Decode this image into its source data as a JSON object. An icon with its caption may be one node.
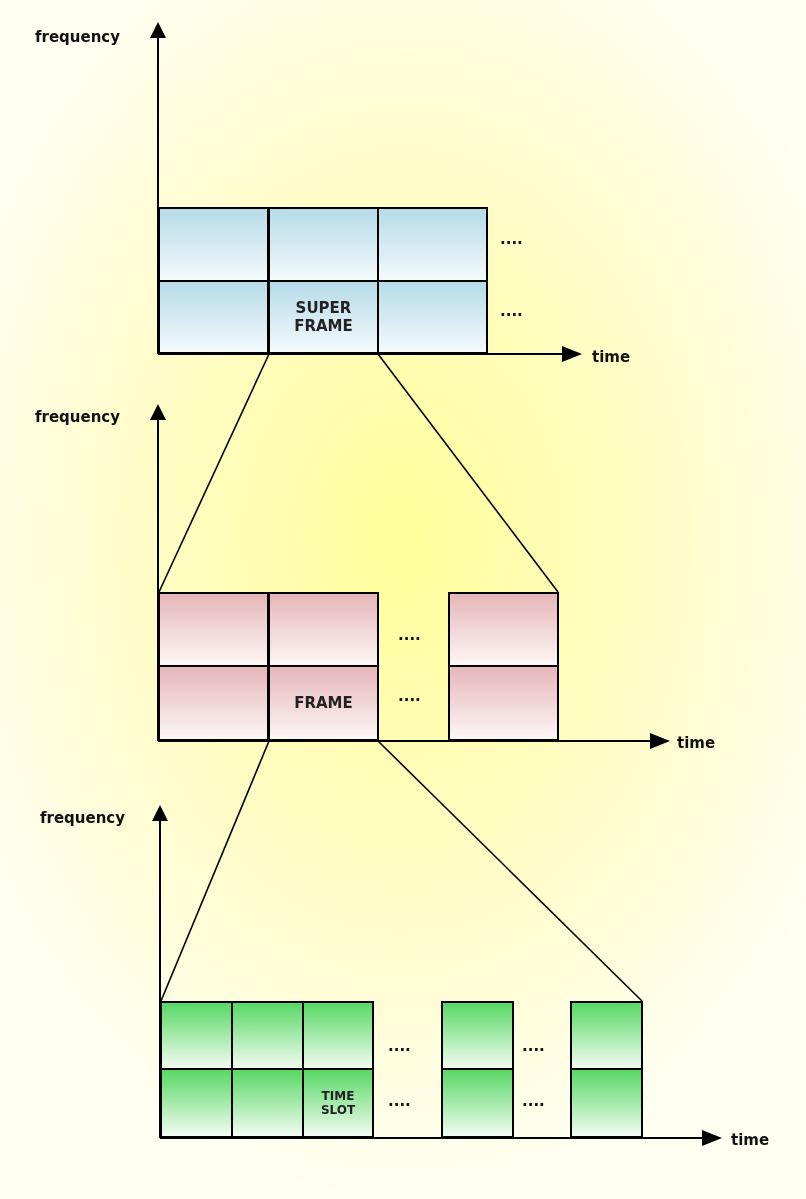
{
  "diagram": {
    "nodes": [
      {
        "text": [],
        "shape": "box"
      },
      {
        "text": [],
        "shape": "box"
      },
      {
        "text": [],
        "shape": "box"
      },
      {
        "text": [],
        "shape": "box"
      },
      {
        "text": [
          "SUPER FRAME"
        ]
      },
      {
        "text": [],
        "shape": "box"
      },
      {
        "text": [],
        "shape": "box"
      },
      {
        "text": [],
        "shape": "box"
      },
      {
        "text": [],
        "shape": "box"
      },
      {
        "text": [],
        "shape": "box"
      },
      {
        "text": [
          "FRAME"
        ]
      },
      {
        "text": [],
        "shape": "box"
      },
      {
        "text": [],
        "shape": "box"
      },
      {
        "text": [],
        "shape": "box"
      },
      {
        "text": [],
        "shape": "box"
      },
      {
        "text": [],
        "shape": "box"
      },
      {
        "text": [],
        "shape": "box"
      },
      {
        "text": [],
        "shape": "box"
      },
      {
        "text": [],
        "shape": "box"
      },
      {
        "text": [
          "TIME SLOT"
        ]
      },
      {
        "text": [],
        "shape": "box"
      },
      {
        "text": [],
        "shape": "box"
      }
    ],
    "edges": [
      {
        "from": 4,
        "to": 6,
        "arrow": "none"
      },
      {
        "from": 4,
        "to": 8,
        "arrow": "none"
      },
      {
        "from": 10,
        "to": 12,
        "arrow": "none"
      },
      {
        "from": 10,
        "to": 16,
        "arrow": "none"
      }
    ],
    "labels": [
      "frequency",
      "....",
      "....",
      "time",
      "frequency",
      "....",
      "....",
      "time",
      "frequency",
      "....",
      "....",
      "....",
      "....",
      "time"
    ]
  }
}
